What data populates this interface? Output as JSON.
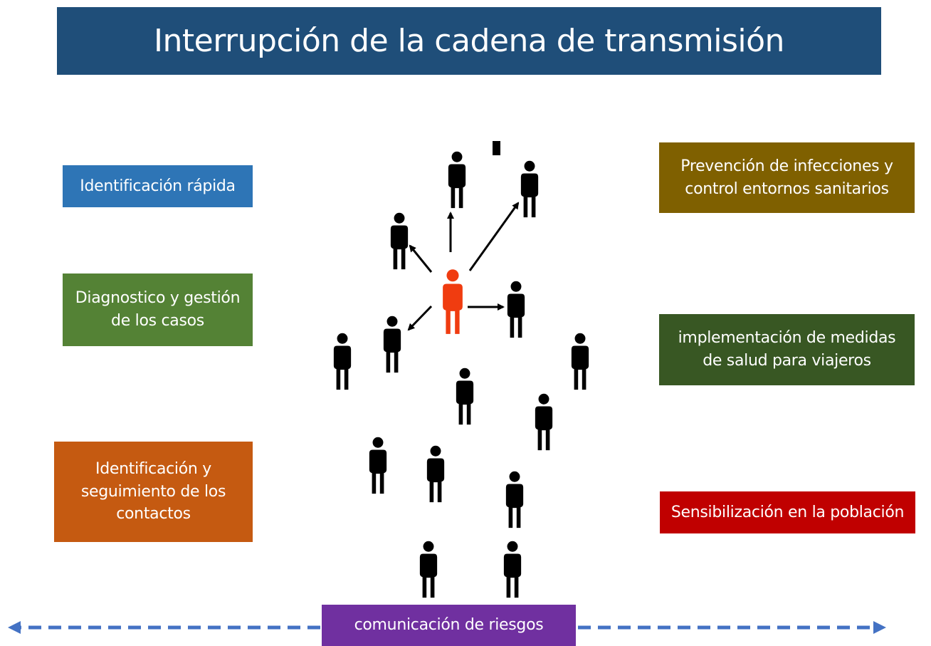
{
  "title": "Interrupción de la cadena de transmisión",
  "boxes": {
    "identificacion_rapida": [
      "Identificación rápida"
    ],
    "diagnostico": [
      "Diagnostico y gestión",
      "de los casos"
    ],
    "contactos": [
      "Identificación y",
      "seguimiento de los",
      "contactos"
    ],
    "prevencion": [
      "Prevención de infecciones y",
      "control entornos sanitarios"
    ],
    "viajeros": [
      "implementación de medidas",
      "de salud para viajeros"
    ],
    "sensibilizacion": [
      "Sensibilización en la población"
    ],
    "comunicacion": [
      "comunicación de riesgos"
    ]
  },
  "colors": {
    "title_bg": "#1f4e79",
    "identificacion_rapida": "#2e75b6",
    "diagnostico": "#548235",
    "contactos": "#c55a11",
    "prevencion": "#7f6000",
    "viajeros": "#385723",
    "sensibilizacion": "#c00000",
    "comunicacion": "#7030a0",
    "infected_person": "#f03c10",
    "person": "#000000",
    "dashed_arrow": "#4472c4"
  }
}
